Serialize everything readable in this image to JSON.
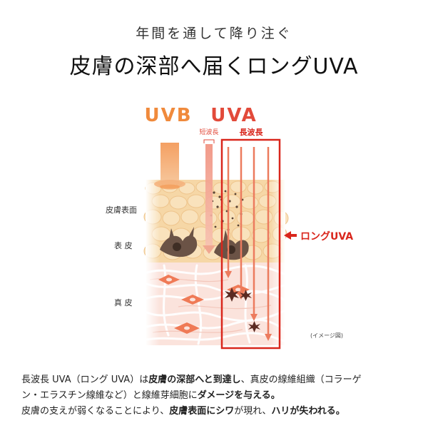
{
  "header": {
    "subtitle": "年間を通して降り注ぐ",
    "title": "皮膚の深部へ届くロングUVA"
  },
  "illustration": {
    "uvb_label": "UVB",
    "uva_label": "UVA",
    "short_wave_label": "短波長",
    "long_wave_label": "長波長",
    "long_uva_callout": "ロングUVA",
    "layer_skin_surface": "皮膚表面",
    "layer_epidermis": "表 皮",
    "layer_dermis": "真 皮",
    "image_note": "(イメージ図)",
    "colors": {
      "uvb": "#f08a3c",
      "uva": "#e24a3a",
      "highlight_box": "#d9261c",
      "epidermis": "#f6d7a6",
      "dermis": "#fbe3dc"
    }
  },
  "description": {
    "line1": [
      {
        "text": "長波長 UVA（ロング UVA）は",
        "bold": false
      },
      {
        "text": "皮膚の深部へと到達し",
        "bold": true
      },
      {
        "text": "、真皮の線維組織（コラーゲ",
        "bold": false
      }
    ],
    "line2": [
      {
        "text": "ン・エラスチン線維など）と線維芽細胞に",
        "bold": false
      },
      {
        "text": "ダメージを与える。",
        "bold": true
      }
    ],
    "line3": [
      {
        "text": "皮膚の支えが弱くなることにより、",
        "bold": false
      },
      {
        "text": "皮膚表面にシワ",
        "bold": true
      },
      {
        "text": "が現れ、",
        "bold": false
      },
      {
        "text": "ハリが失われる。",
        "bold": true
      }
    ]
  }
}
